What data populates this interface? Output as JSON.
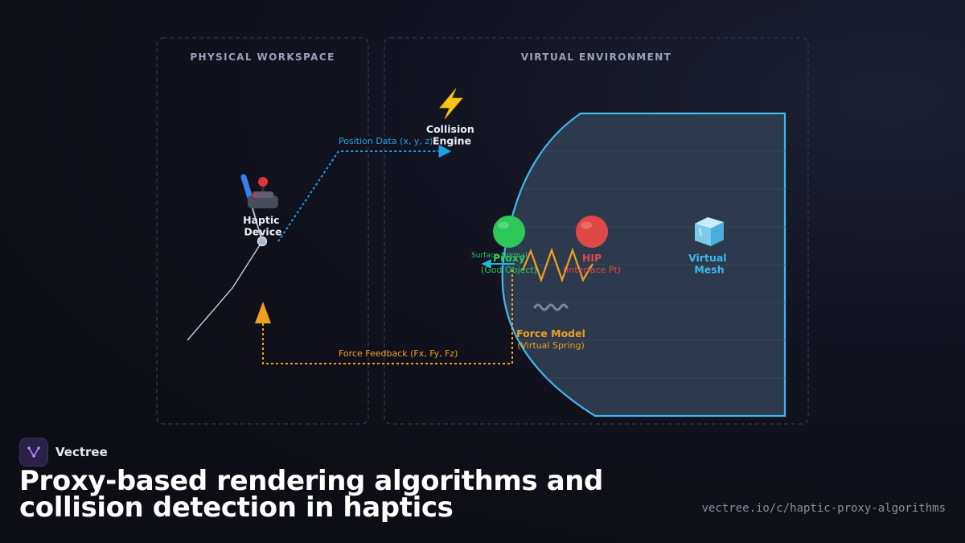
{
  "panels": {
    "physical": "PHYSICAL WORKSPACE",
    "virtual": "VIRTUAL ENVIRONMENT"
  },
  "nodes": {
    "haptic_device": {
      "icon": "joystick-icon",
      "line1": "Haptic",
      "line2": "Device"
    },
    "collision_engine": {
      "icon": "lightning-icon",
      "line1": "Collision",
      "line2": "Engine"
    },
    "proxy": {
      "icon": "green-circle-icon",
      "line1": "Proxy",
      "line2": "(God Object)"
    },
    "hip": {
      "icon": "red-circle-icon",
      "line1": "HIP",
      "line2": "(Interface Pt)"
    },
    "virtual_mesh": {
      "icon": "ice-cube-icon",
      "line1": "Virtual",
      "line2": "Mesh"
    },
    "force_model": {
      "icon": "wavy-line-icon",
      "line1": "Force Model",
      "line2": "(Virtual Spring)"
    }
  },
  "edges": {
    "position_data": "Position Data (x, y, z)",
    "force_feedback": "Force Feedback (Fx, Fy, Fz)",
    "surface_normal": "Surface Normal"
  },
  "colors": {
    "position": "#2aa0e0",
    "force": "#f0a020",
    "proxy": "#2ec75a",
    "hip": "#e04848",
    "mesh": "#3fb8ee",
    "spring": "#f0a020"
  },
  "footer": {
    "brand": "Vectree",
    "title": "Proxy-based rendering algorithms and collision detection in haptics",
    "url": "vectree.io/c/haptic-proxy-algorithms"
  }
}
